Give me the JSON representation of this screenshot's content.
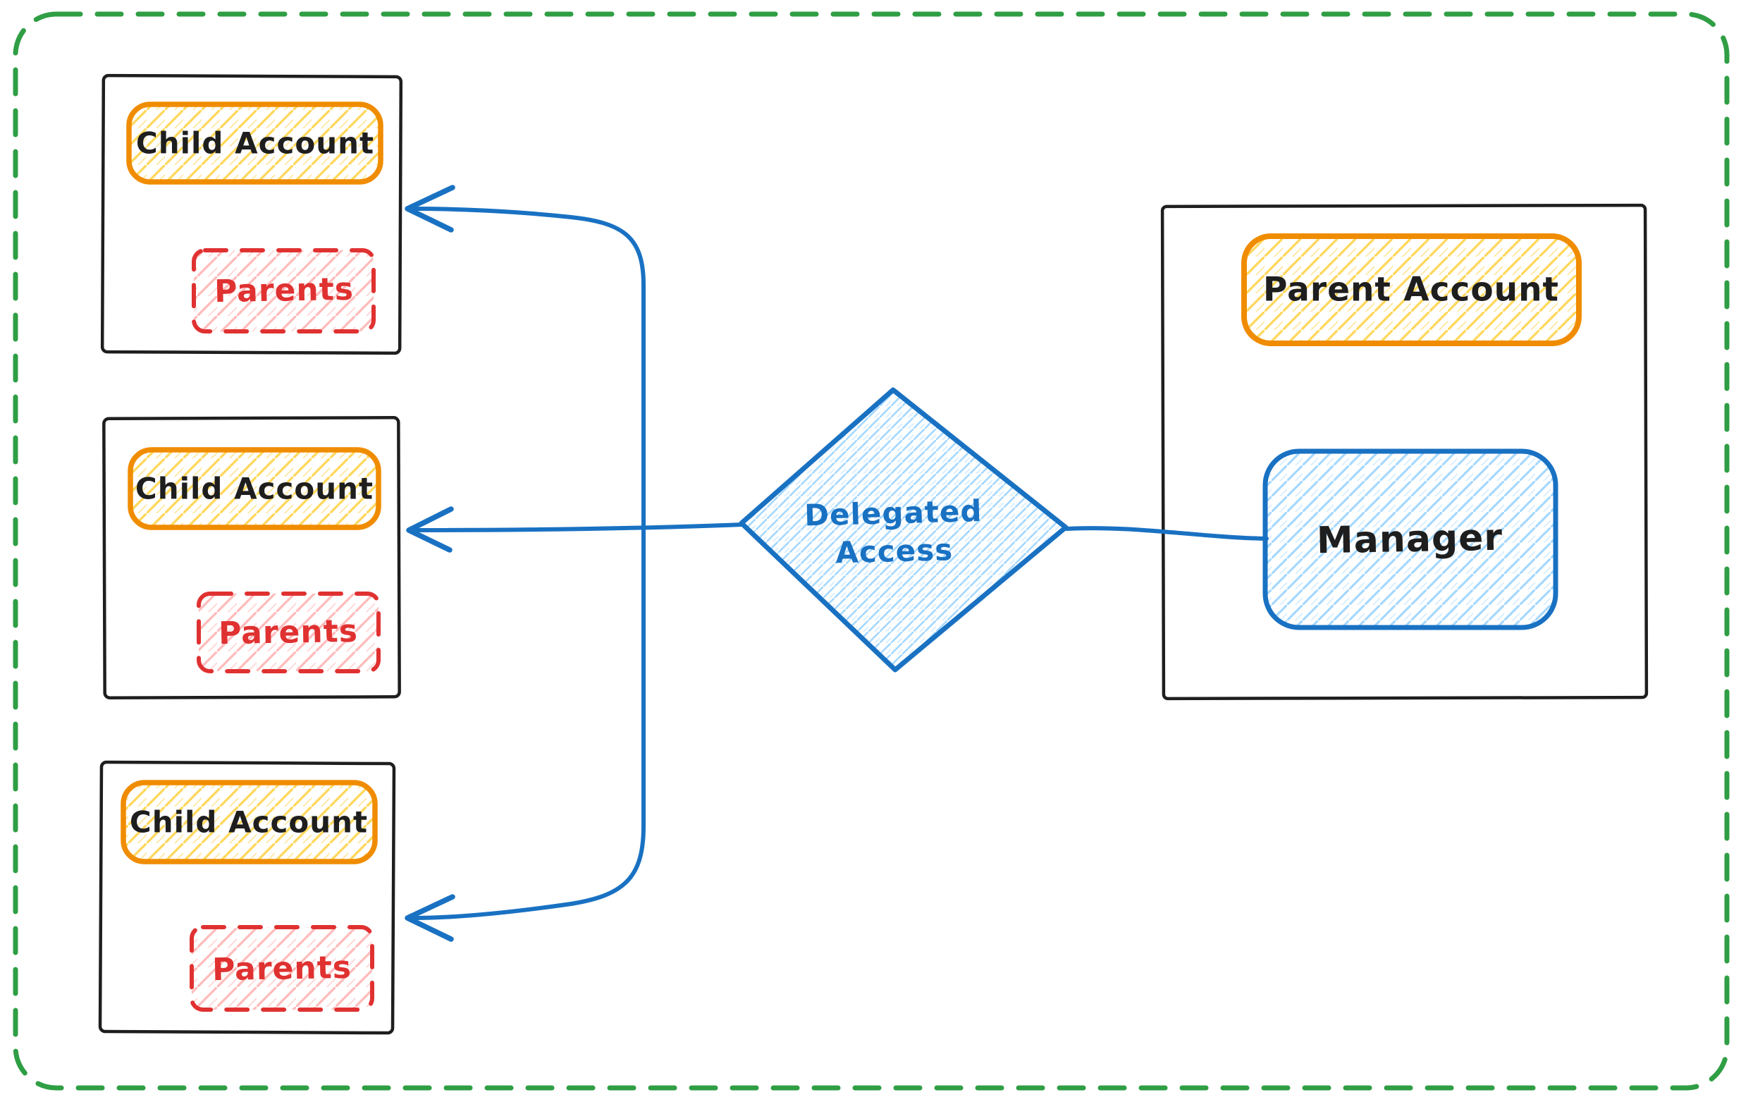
{
  "diagram": {
    "type": "flow-diagram",
    "canvas": {
      "border_style": "dashed-rounded",
      "border_color": "#2f9e44",
      "background": "#ffffff"
    },
    "colors": {
      "black_stroke": "#1e1e1e",
      "orange_stroke": "#f08c00",
      "yellow_hatch": "#ffd85e",
      "red_stroke": "#e03131",
      "red_hatch": "#ffbcbc",
      "blue_stroke": "#1971c2",
      "blue_hatch": "#a5d8ff",
      "green_border": "#2f9e44"
    },
    "child_groups": [
      {
        "account_label": "Child Account",
        "parents_label": "Parents"
      },
      {
        "account_label": "Child Account",
        "parents_label": "Parents"
      },
      {
        "account_label": "Child Account",
        "parents_label": "Parents"
      }
    ],
    "decision": {
      "label": "Delegated Access",
      "line1": "Delegated",
      "line2": "Access"
    },
    "parent_group": {
      "account_label": "Parent Account",
      "manager_label": "Manager"
    },
    "connections": [
      {
        "from": "Manager",
        "to": "Delegated Access",
        "style": "line"
      },
      {
        "from": "Delegated Access",
        "to": "Child Account (top)",
        "style": "arrow"
      },
      {
        "from": "Delegated Access",
        "to": "Child Account (middle)",
        "style": "arrow"
      },
      {
        "from": "Delegated Access",
        "to": "Child Account (bottom)",
        "style": "arrow"
      }
    ]
  }
}
